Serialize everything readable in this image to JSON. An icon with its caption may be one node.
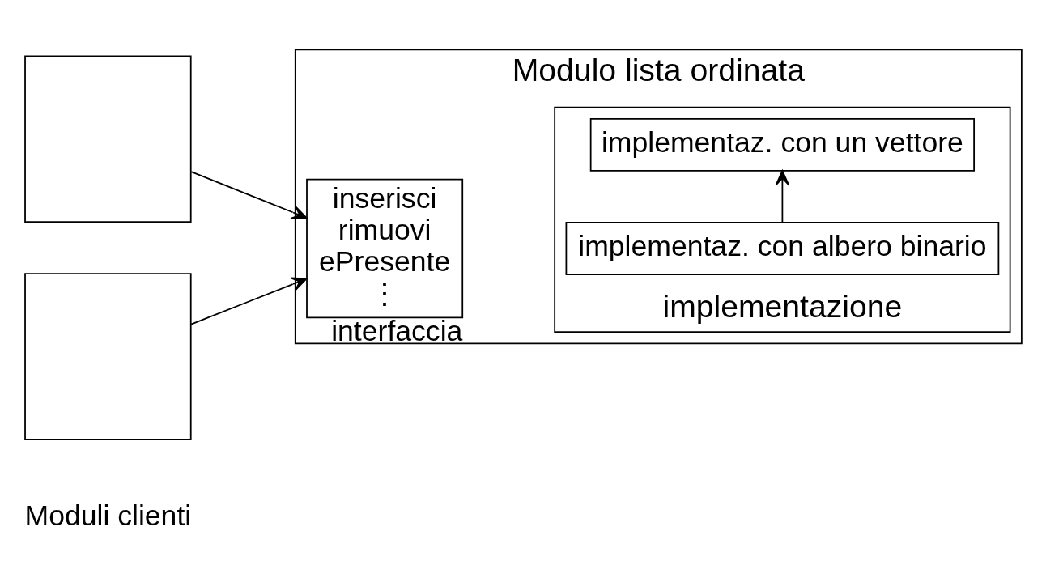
{
  "diagram": {
    "nodes": [
      {
        "text": [
          "Modulo lista ordinata"
        ]
      },
      {
        "text": [
          "inserisci",
          "rimuovi",
          "ePresente",
          "⋮"
        ],
        "beside": [
          "interfaccia"
        ],
        "in": 0
      },
      {
        "text": [],
        "shape": "box",
        "beside": [
          "implementazione"
        ],
        "in": 0
      },
      {
        "text": [
          "implementaz. con albero binario"
        ],
        "in": 2
      },
      {
        "text": [
          "implementaz. con un vettore"
        ],
        "in": 2
      },
      {
        "text": [],
        "shape": "box"
      },
      {
        "text": [],
        "shape": "box"
      }
    ],
    "edges": [
      {
        "from": 5,
        "to": 1,
        "arrow": "to"
      },
      {
        "from": 6,
        "to": 1,
        "arrow": "to"
      },
      {
        "from": 3,
        "to": 4,
        "arrow": "to"
      }
    ],
    "labels": [
      "Moduli clienti"
    ]
  }
}
